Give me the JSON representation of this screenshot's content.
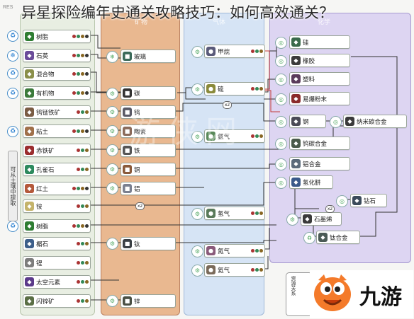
{
  "page_title": "异星探险编年史通关攻略技巧：如何高效通关？",
  "brand_text": "RES",
  "watermark_text": "游侠网",
  "logo_text": "九游",
  "side_label": "可从土壤中提取",
  "column_headers": {
    "raw": "",
    "materials": "矿物",
    "gases": "气体",
    "chemicals": "化学"
  },
  "legend_label": "资源关系",
  "pressure_badge": "x2",
  "raw_resources": [
    {
      "label": "树脂",
      "color": "#2e7d32"
    },
    {
      "label": "石英",
      "color": "#6b4c9a"
    },
    {
      "label": "混合物",
      "color": "#8a8f4a"
    },
    {
      "label": "有机物",
      "color": "#3b7a3b"
    },
    {
      "label": "钨锰铁矿",
      "color": "#7a5c44"
    },
    {
      "label": "粘土",
      "color": "#a0704a"
    },
    {
      "label": "赤铁矿",
      "color": "#9b2e2e"
    },
    {
      "label": "孔雀石",
      "color": "#2d8a5e"
    },
    {
      "label": "红土",
      "color": "#b4593a"
    },
    {
      "label": "铵",
      "color": "#c4b36a"
    },
    {
      "label": "树脂",
      "color": "#2e7d32"
    },
    {
      "label": "榍石",
      "color": "#3d5f8a"
    },
    {
      "label": "锂",
      "color": "#7d7d7d"
    },
    {
      "label": "太空元素",
      "color": "#5b3a8a"
    },
    {
      "label": "闪锌矿",
      "color": "#5a6e45"
    }
  ],
  "refined_materials": [
    {
      "label": "玻璃",
      "color": "#3a6a5a"
    },
    {
      "label": "碳",
      "color": "#333333"
    },
    {
      "label": "钨",
      "color": "#5a5a66"
    },
    {
      "label": "陶瓷",
      "color": "#8a6a5a"
    },
    {
      "label": "铁",
      "color": "#555555"
    },
    {
      "label": "铜",
      "color": "#8a5a3a"
    },
    {
      "label": "铝",
      "color": "#7a8090"
    },
    {
      "label": "钛",
      "color": "#3a3f44"
    },
    {
      "label": "锌",
      "color": "#4a4f44"
    }
  ],
  "gases": [
    {
      "label": "甲烷",
      "color": "#5a5a7a"
    },
    {
      "label": "硫",
      "color": "#8a8a3a"
    },
    {
      "label": "氩气",
      "color": "#5a8a5a"
    },
    {
      "label": "氢气",
      "color": "#5a7a5a"
    },
    {
      "label": "氮气",
      "color": "#8a5a7a"
    },
    {
      "label": "氦气",
      "color": "#7a6a5a"
    }
  ],
  "composites": [
    {
      "label": "硅",
      "color": "#3a6a4a"
    },
    {
      "label": "橡胶",
      "color": "#3a3a3a"
    },
    {
      "label": "塑料",
      "color": "#5a3a5a"
    },
    {
      "label": "易爆粉末",
      "color": "#8a2a2a"
    },
    {
      "label": "钢",
      "color": "#4a4a55"
    },
    {
      "label": "纳米碳合金",
      "color": "#3a3a3a"
    },
    {
      "label": "钨碳合金",
      "color": "#4a5a4a"
    },
    {
      "label": "铝合金",
      "color": "#5a6a7a"
    },
    {
      "label": "氢化肼",
      "color": "#3a5a8a"
    },
    {
      "label": "钻石",
      "color": "#3a4a5a"
    },
    {
      "label": "石墨烯",
      "color": "#3a3a3a"
    },
    {
      "label": "钛合金",
      "color": "#4a5a55"
    }
  ],
  "colors": {
    "raw_bg": "#e8eee2",
    "materials_bg": "#e9b890",
    "gases_bg": "#d6e4f5",
    "chem_bg": "#ddd5f2"
  }
}
